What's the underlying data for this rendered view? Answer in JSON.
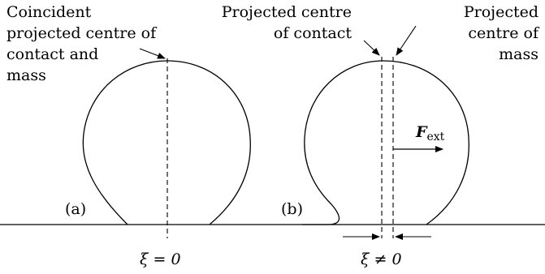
{
  "labels": {
    "coincident": [
      "Coincident",
      "projected centre of",
      "contact and",
      "mass"
    ],
    "proj_contact": [
      "Projected centre",
      "of contact"
    ],
    "proj_mass": [
      "Projected",
      "centre of",
      "mass"
    ],
    "panel_a": "(a)",
    "panel_b": "(b)",
    "xi_zero": "ξ = 0",
    "xi_nonzero": "ξ ≠ 0",
    "force_symbol": "F",
    "force_sub": "ext"
  },
  "colors": {
    "line": "#000000",
    "background": "#ffffff"
  }
}
